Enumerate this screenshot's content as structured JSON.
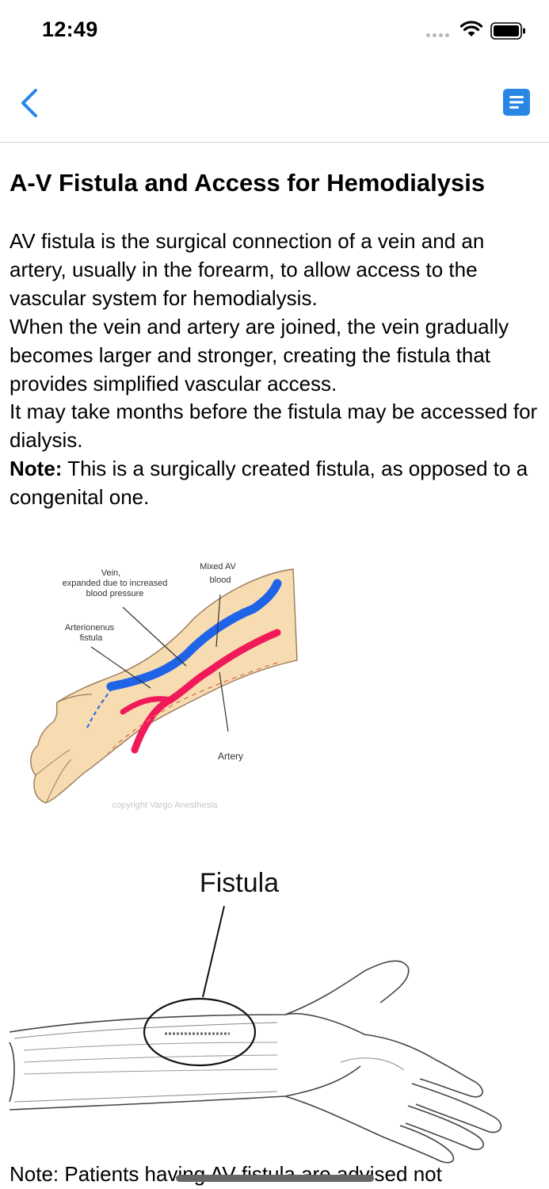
{
  "status_bar": {
    "time": "12:49"
  },
  "nav": {
    "back_icon": "chevron-left-icon",
    "doc_icon": "document-list-icon",
    "accent_color": "#2a86e5"
  },
  "article": {
    "title": "A-V Fistula and Access for Hemodialysis",
    "paragraph_1": "AV fistula is the surgical connection of a vein and an artery, usually in the forearm, to allow access to the vascular system for hemodialysis.",
    "paragraph_2": "When the vein and artery are joined, the vein gradually becomes larger and stronger, creating the fistula that provides simplified vascular access.",
    "paragraph_3": "It may take months before the fistula may be accessed for dialysis.",
    "note_label": "Note:",
    "note_text": " This is a surgically created fistula, as opposed to a congenital one.",
    "next_paragraph_peek": "Note: Patients having AV fistula are advised not"
  },
  "figure_1": {
    "label_vein_line1": "Vein,",
    "label_vein_line2": "expanded due to increased",
    "label_vein_line3": "blood pressure",
    "label_mixed_line1": "Mixed AV",
    "label_mixed_line2": "blood",
    "label_fistula_line1": "Arterionenus",
    "label_fistula_line2": "fistula",
    "label_artery": "Artery",
    "copyright": "copyright Vargo Anesthesia",
    "vein_color": "#1f63e8",
    "artery_color": "#f0195a"
  },
  "figure_2": {
    "label": "Fistula"
  }
}
